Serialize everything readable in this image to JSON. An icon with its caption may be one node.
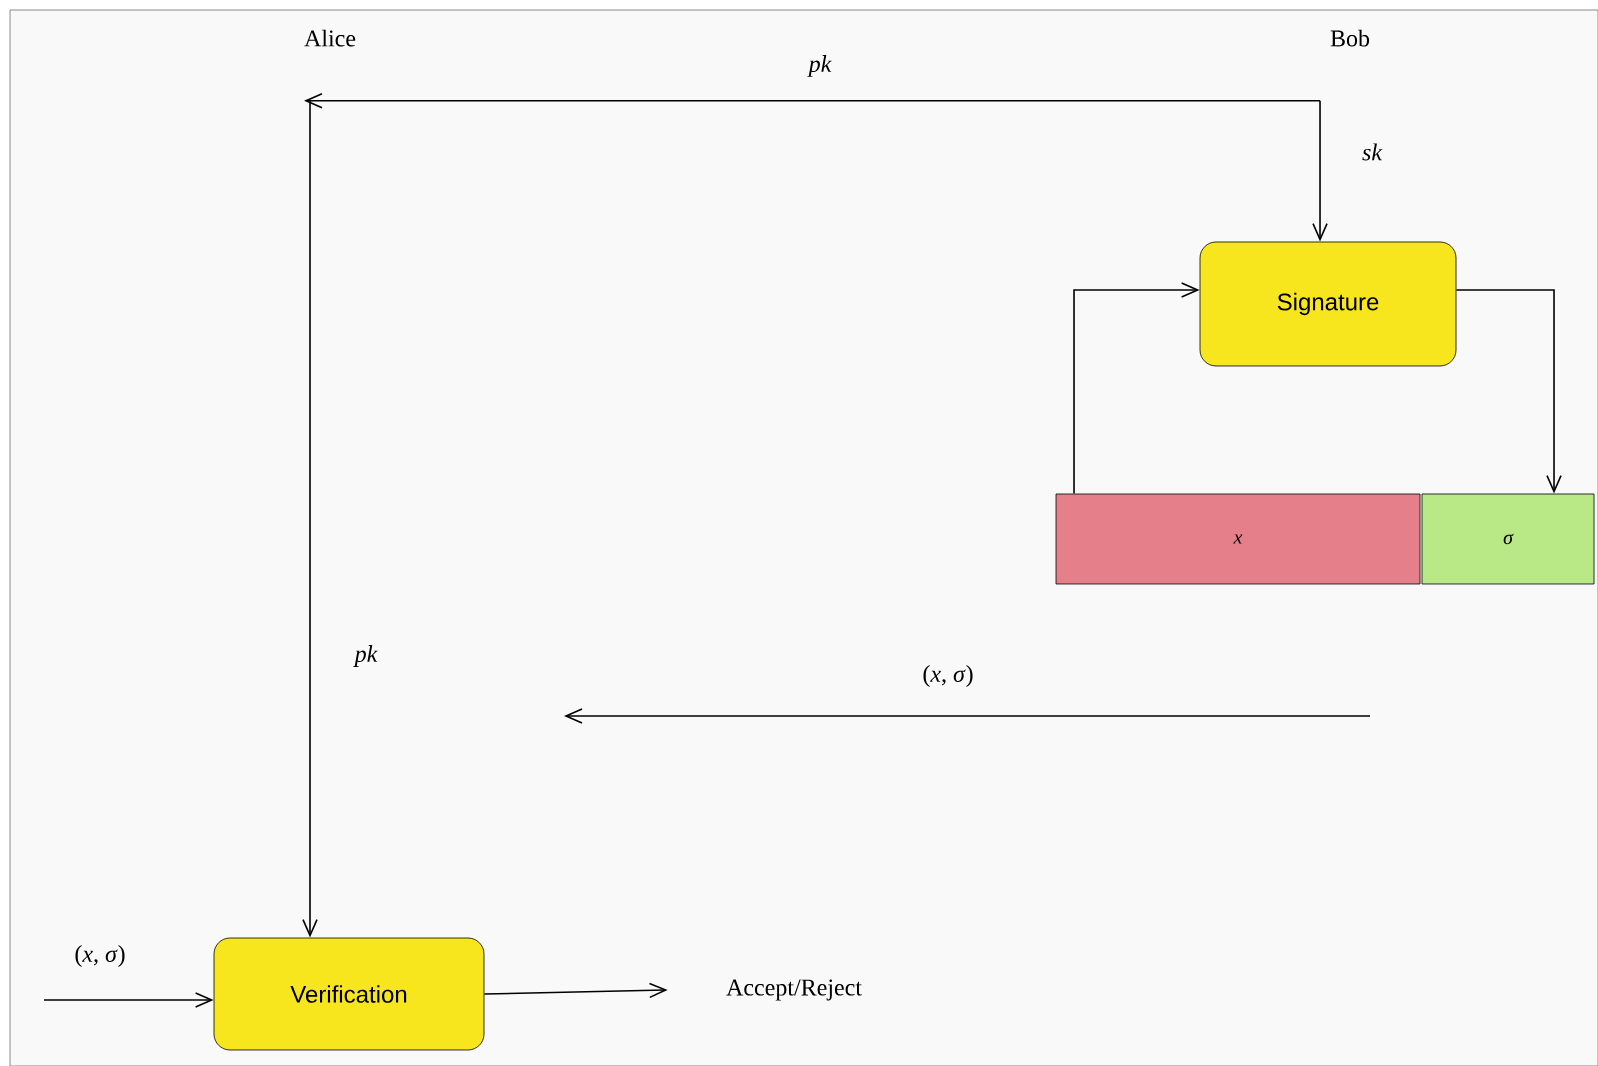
{
  "diagram": {
    "nodes": [
      {
        "text": [
          "Alice"
        ]
      },
      {
        "text": [
          "Bob"
        ]
      },
      {
        "text": [
          "Signature"
        ]
      },
      {
        "text": [
          "x"
        ]
      },
      {
        "text": [
          "σ"
        ]
      },
      {
        "text": [
          "Verification"
        ]
      },
      {
        "text": [
          "Accept/Reject"
        ]
      }
    ],
    "edges": [
      {
        "from": 1,
        "to": 0,
        "arrow": "to",
        "label": "pk"
      },
      {
        "from": 1,
        "to": 2,
        "arrow": "to",
        "label": "sk"
      },
      {
        "from": 0,
        "to": 5,
        "arrow": "to",
        "label": "pk"
      },
      {
        "from": 3,
        "to": 2,
        "arrow": "to"
      },
      {
        "from": 2,
        "to": 4,
        "arrow": "to"
      },
      {
        "from": null,
        "to": 5,
        "arrow": "to",
        "label": "(*x*, *σ*)"
      },
      {
        "from": 5,
        "to": 6,
        "arrow": "to"
      }
    ],
    "labels": [
      "(*x*, *σ*)"
    ]
  }
}
